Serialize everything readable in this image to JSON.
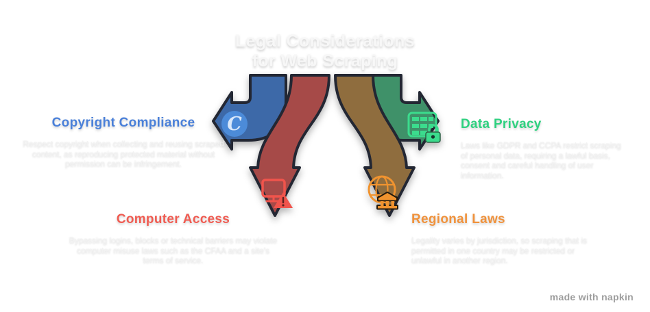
{
  "title": {
    "line1": "Legal Considerations",
    "line2": "for Web Scraping"
  },
  "sections": [
    {
      "id": "copyright-compliance",
      "heading": "Copyright Compliance",
      "color": "#4a80d9",
      "icon": "copyright-icon",
      "body": "Respect copyright when collecting and reusing scraped content, as reproducing protected material without permission can be infringement."
    },
    {
      "id": "data-privacy",
      "heading": "Data Privacy",
      "color": "#2fd180",
      "icon": "database-lock-icon",
      "body": "Laws like GDPR and CCPA restrict scraping of personal data, requiring a lawful basis, consent and careful handling of user information."
    },
    {
      "id": "computer-access",
      "heading": "Computer Access",
      "color": "#f05c52",
      "icon": "monitor-warning-icon",
      "body": "Bypassing logins, blocks or technical barriers may violate computer misuse laws such as the CFAA and a site's terms of service."
    },
    {
      "id": "regional-laws",
      "heading": "Regional Laws",
      "color": "#f0923c",
      "icon": "globe-court-icon",
      "body": "Legality varies by jurisdiction, so scraping that is permitted in one country may be restricted or unlawful in another region."
    }
  ],
  "watermark": "made with napkin",
  "colors": {
    "arrow_blue": "#3d69a8",
    "arrow_green": "#3f9169",
    "arrow_maroon": "#a64a48",
    "arrow_brown": "#8f6d3e",
    "arrow_outline": "#232733",
    "icon_copyright_circle": "#4c8bd9",
    "icon_database_green": "#3bdc8d",
    "icon_monitor_red": "#f0544c",
    "icon_globe_orange": "#f0932f",
    "title_text": "#f7f7f7",
    "body_text": "#f2f2f2"
  }
}
